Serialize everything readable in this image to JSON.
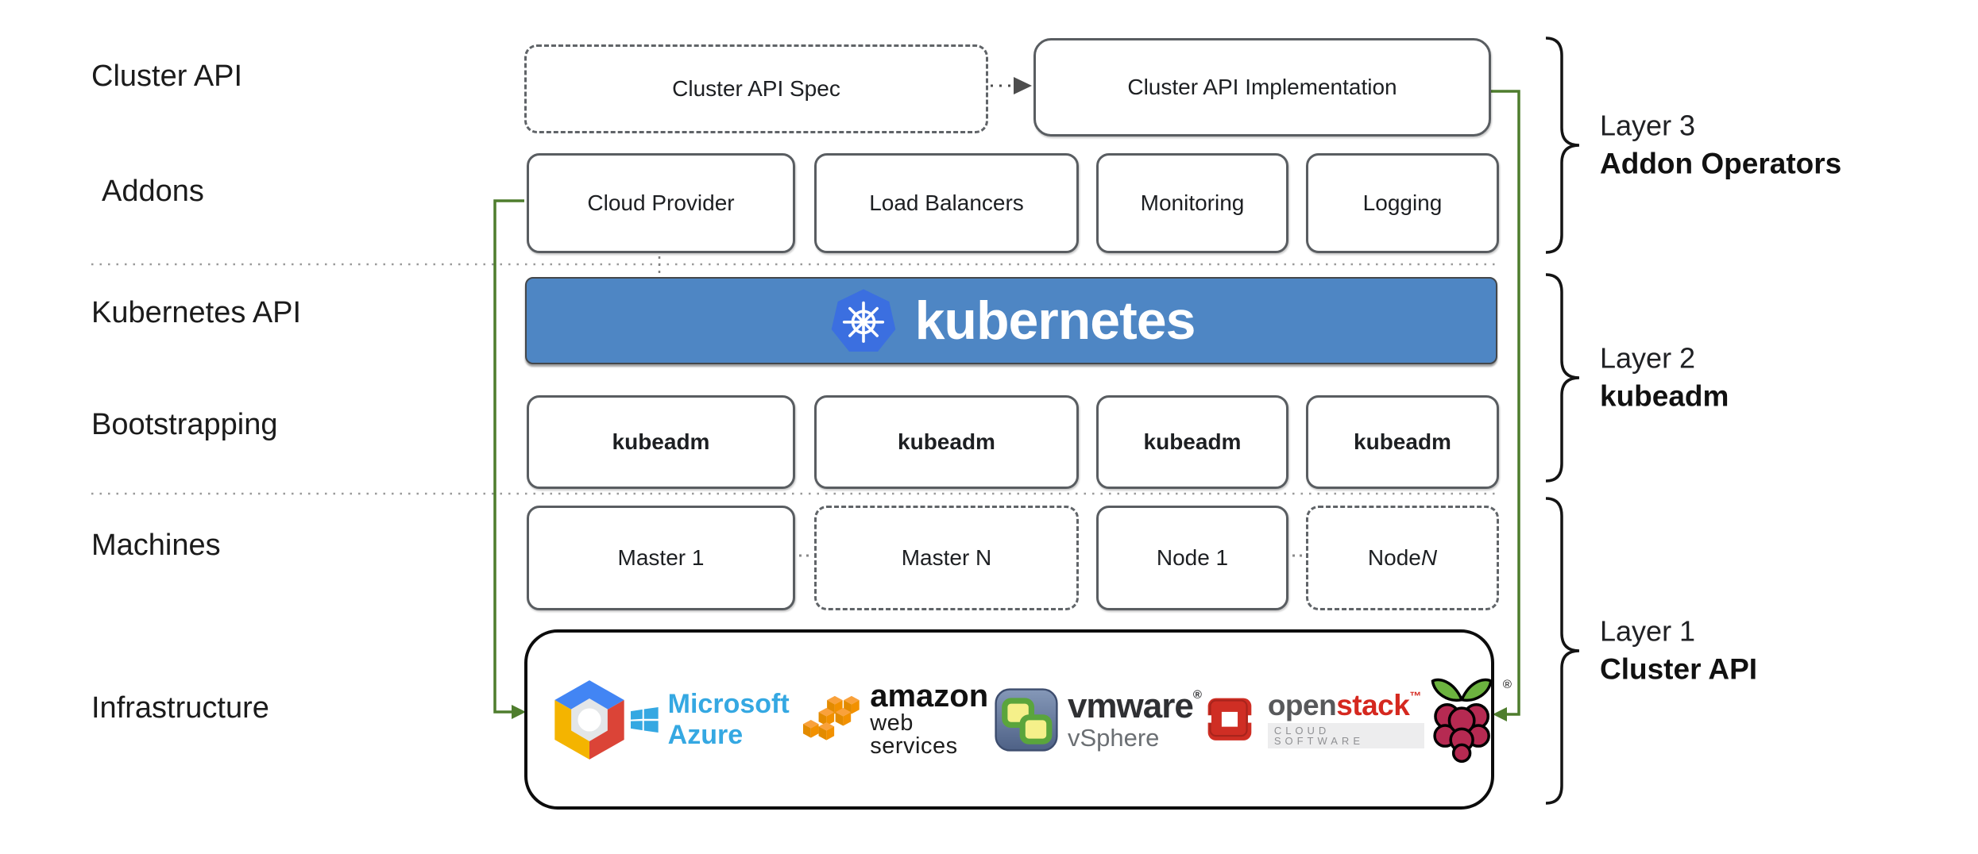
{
  "row_labels": {
    "cluster_api": "Cluster API",
    "addons": "Addons",
    "kubernetes_api": "Kubernetes API",
    "bootstrapping": "Bootstrapping",
    "machines": "Machines",
    "infrastructure": "Infrastructure"
  },
  "cluster_api_row": {
    "spec": "Cluster API Spec",
    "implementation": "Cluster API Implementation"
  },
  "addons_row": {
    "items": [
      "Cloud Provider",
      "Load Balancers",
      "Monitoring",
      "Logging"
    ]
  },
  "kubernetes_banner": {
    "brand": "kubernetes"
  },
  "bootstrapping_row": {
    "items": [
      "kubeadm",
      "kubeadm",
      "kubeadm",
      "kubeadm"
    ]
  },
  "machines_row": {
    "items": [
      {
        "text": "Master 1",
        "suffix": "",
        "border": "solid"
      },
      {
        "text": "Master N",
        "suffix": "",
        "border": "dashed"
      },
      {
        "text": "Node 1",
        "suffix": "",
        "border": "solid"
      },
      {
        "text": "Node ",
        "suffix": "N",
        "border": "dashed"
      }
    ]
  },
  "infrastructure_row": {
    "providers": [
      {
        "name": "google-cloud"
      },
      {
        "name": "microsoft-azure",
        "text": "Microsoft Azure"
      },
      {
        "name": "amazon-web-services",
        "text": "amazon",
        "subtext": "web services"
      },
      {
        "name": "vmware-vsphere",
        "text": "vmware",
        "mark": "®",
        "subtext": "vSphere"
      },
      {
        "name": "openstack",
        "text_open": "open",
        "text_stack": "stack",
        "mark": "™",
        "subtext": "CLOUD SOFTWARE"
      },
      {
        "name": "raspberry-pi",
        "mark": "®"
      }
    ]
  },
  "layer_annotations": [
    {
      "line1": "Layer 3",
      "line2": "Addon Operators"
    },
    {
      "line1": "Layer 2",
      "line2": "kubeadm"
    },
    {
      "line1": "Layer 1",
      "line2": "Cluster API"
    }
  ],
  "colors": {
    "banner_blue": "#4e86c4",
    "kubernetes_logo_blue": "#3b6fe0",
    "connector_green": "#4e7d2d",
    "box_border_gray": "#595d61",
    "azure_blue": "#35a8e2",
    "aws_orange": "#f08f00",
    "openstack_red": "#d5281f",
    "vmware_dark": "#2f3033",
    "raspberry_crimson": "#b62a52",
    "leaf_green": "#6cb33f"
  }
}
